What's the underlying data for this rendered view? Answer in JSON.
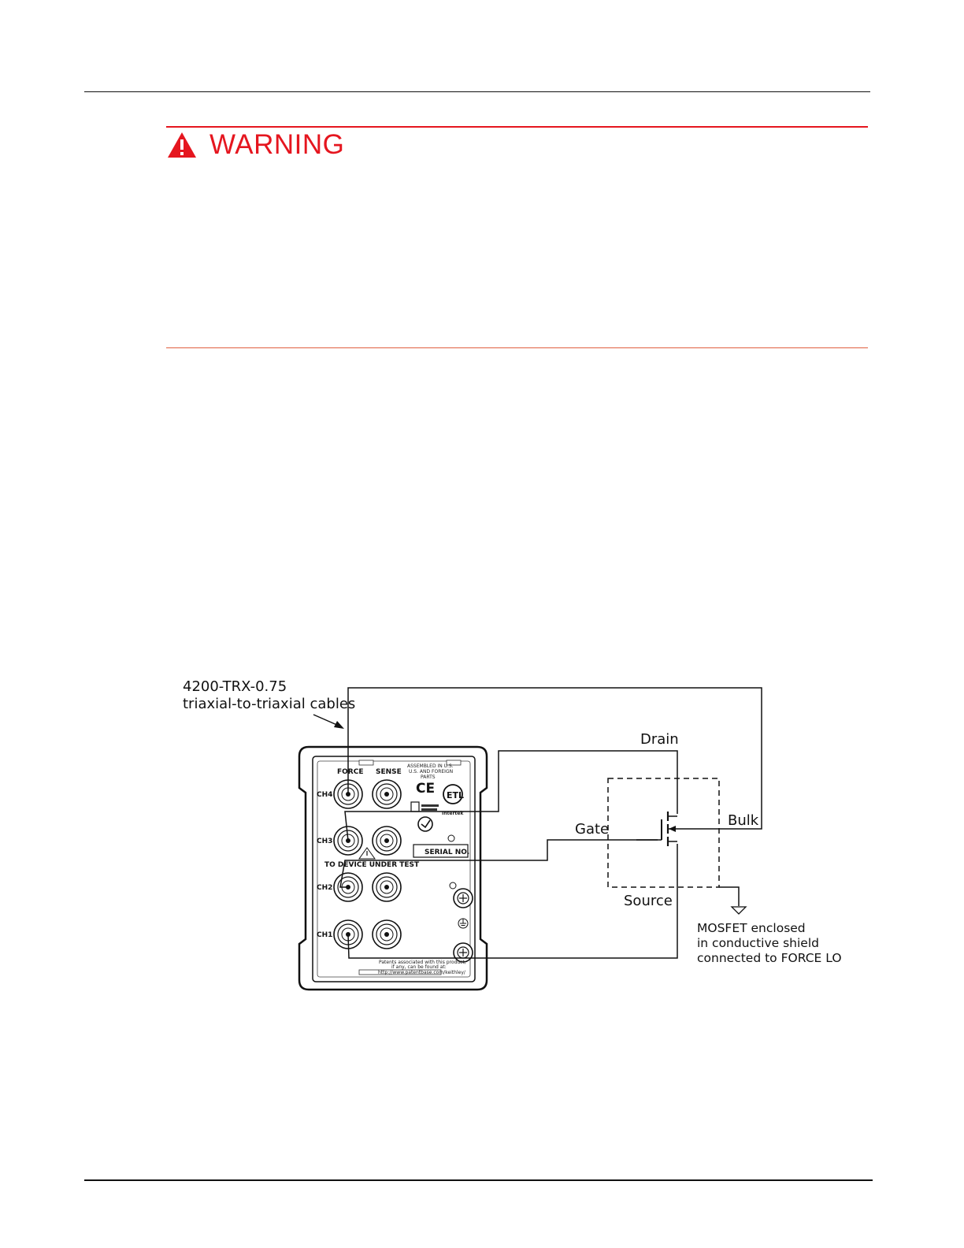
{
  "warning": {
    "label": "WARNING",
    "icon": "warning-triangle-icon",
    "color": "#e5161f"
  },
  "diagram": {
    "cable_label_line1": "4200-TRX-0.75",
    "cable_label_line2": "triaxial-to-triaxial cables",
    "drain_label": "Drain",
    "gate_label": "Gate",
    "bulk_label": "Bulk",
    "source_label": "Source",
    "shield_note_line1": "MOSFET enclosed",
    "shield_note_line2": "in conductive shield",
    "shield_note_line3": "connected to FORCE LO",
    "panel": {
      "force_header": "FORCE",
      "sense_header": "SENSE",
      "assembled_line1": "ASSEMBLED IN U.S.",
      "assembled_line2": "U.S. AND FOREIGN",
      "assembled_line3": "PARTS",
      "ce_mark": "CE",
      "intertek": "Intertek",
      "serial": "SERIAL NO.",
      "to_dut": "TO DEVICE UNDER TEST",
      "channels": [
        "CH4",
        "CH3",
        "CH2",
        "CH1"
      ],
      "patents_line1": "Patents associated with this product,",
      "patents_line2": "if any, can be found at:",
      "patents_line3": "http://www.patentbase.com/keithley/"
    }
  }
}
